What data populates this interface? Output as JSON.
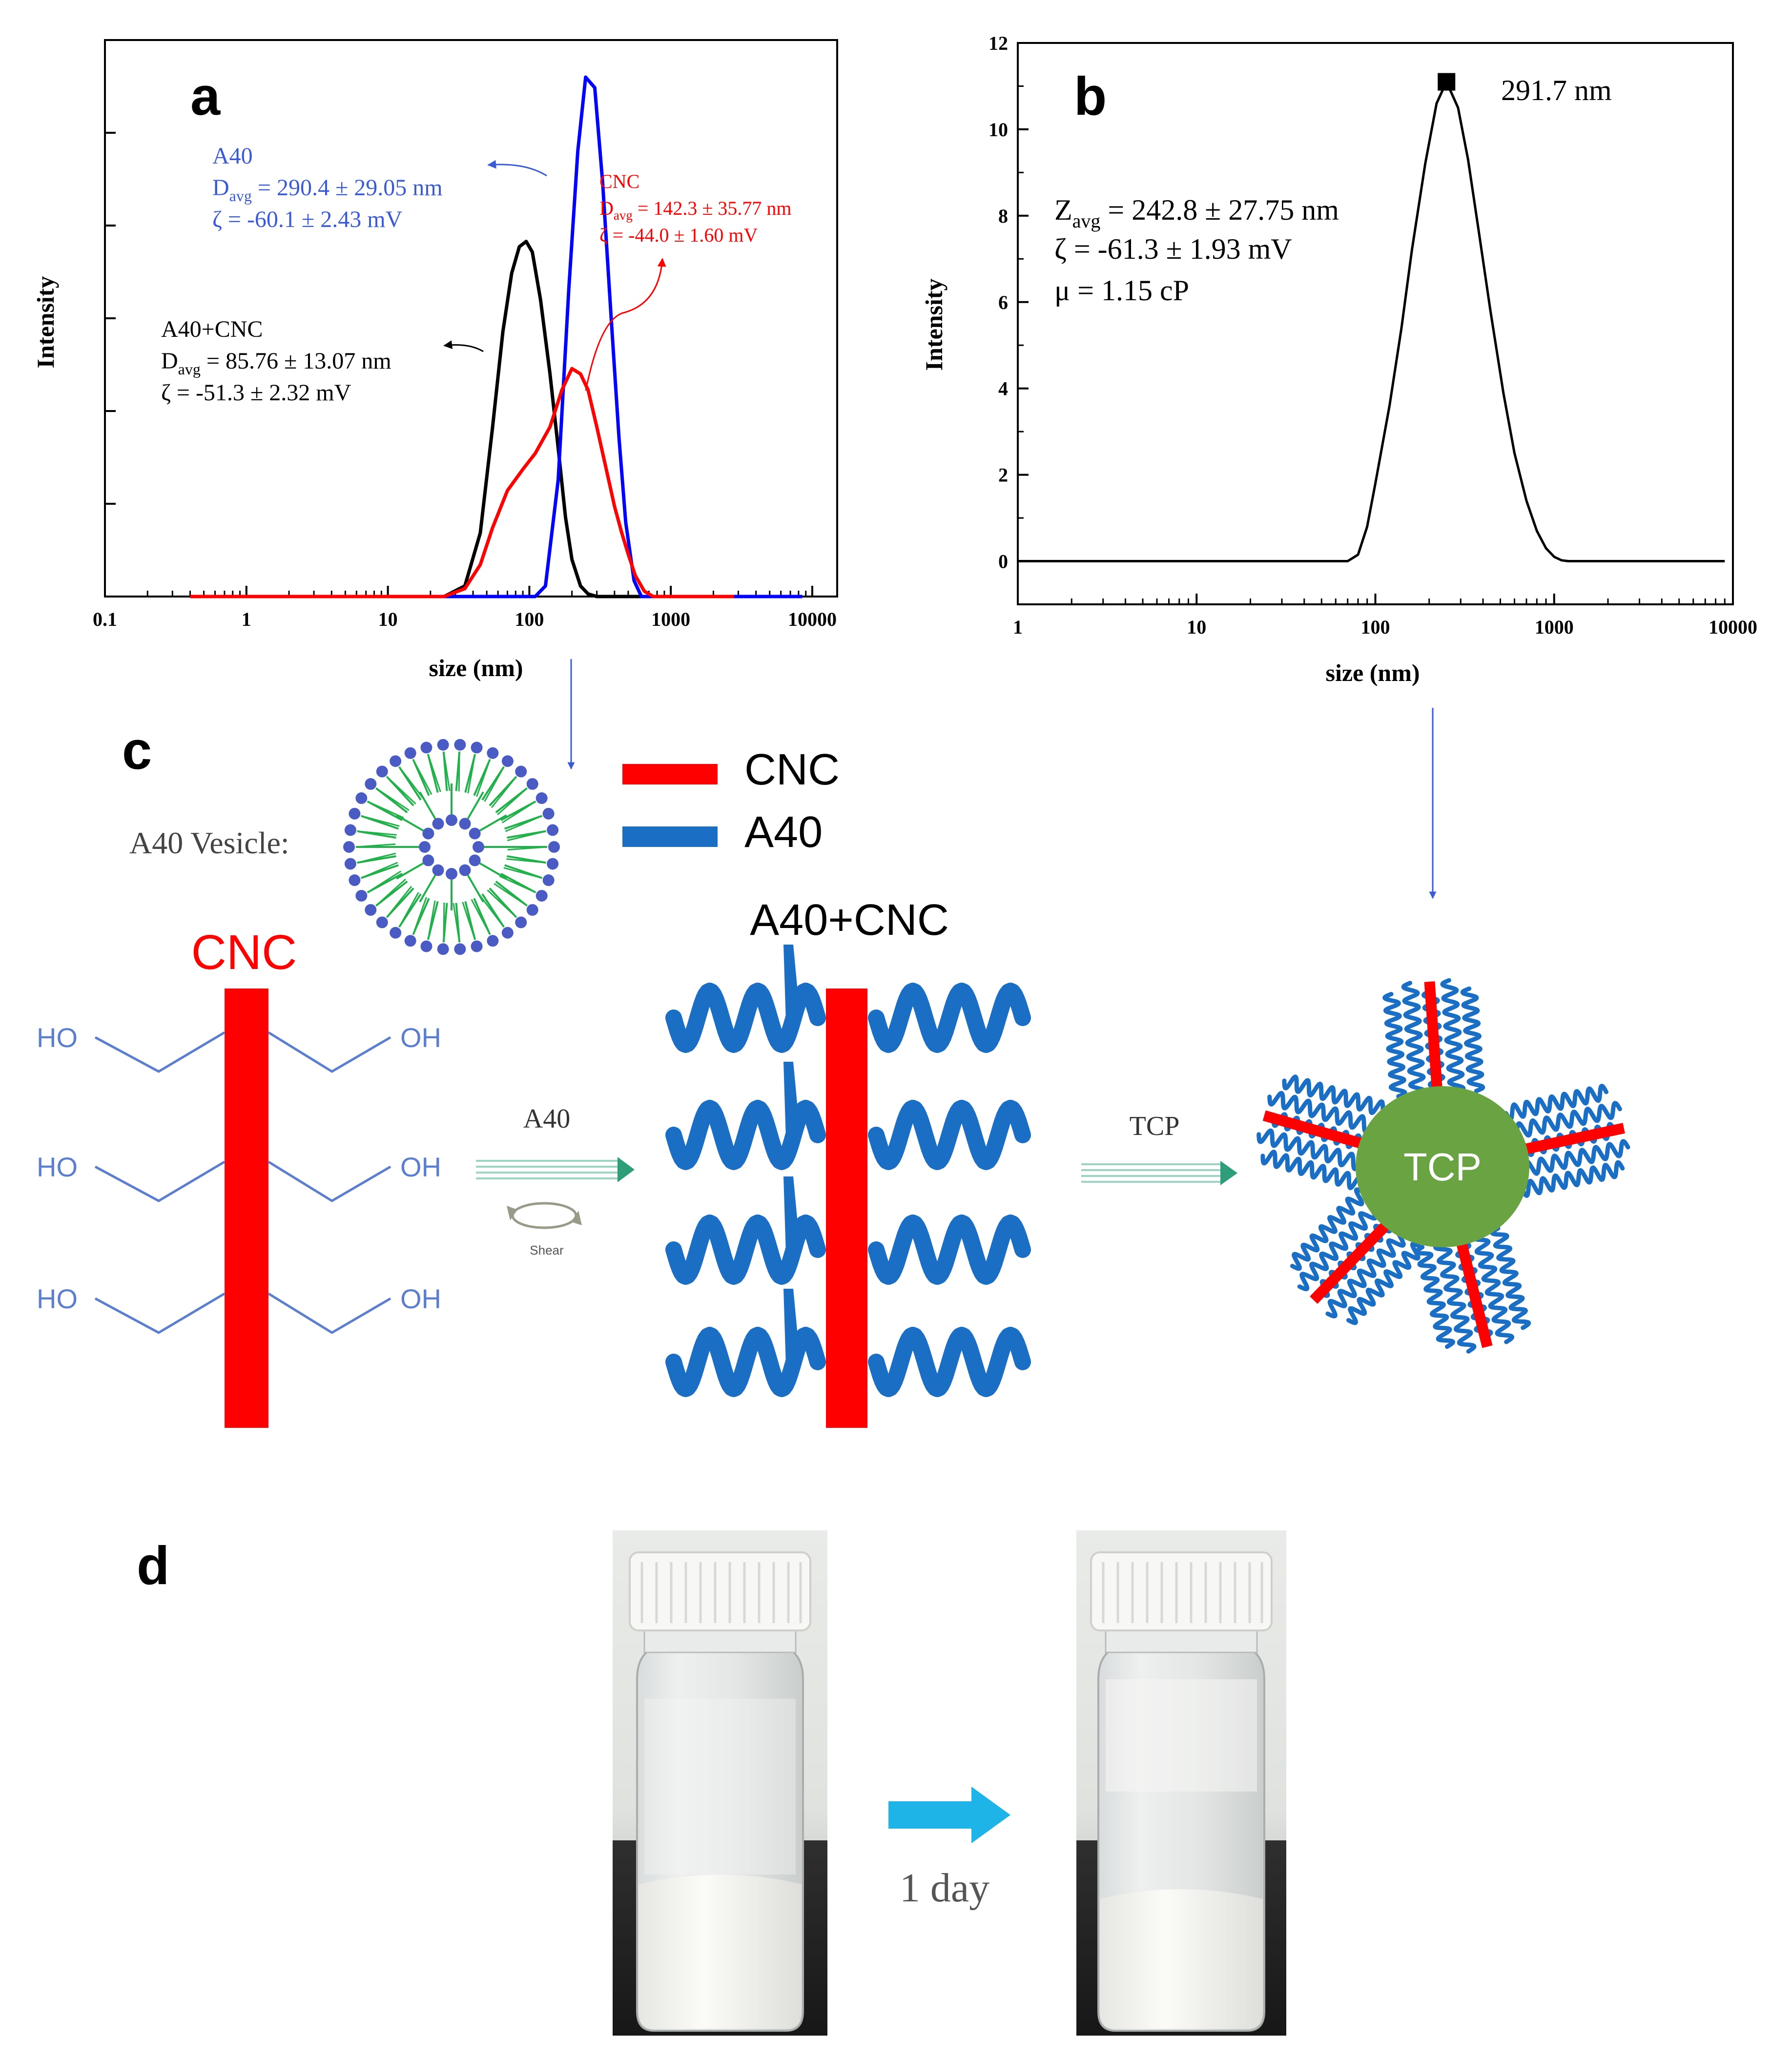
{
  "panels": {
    "a": "a",
    "b": "b",
    "c": "c",
    "d": "d"
  },
  "chart_data": [
    {
      "panel": "a",
      "type": "line",
      "xscale": "log",
      "xlim": [
        0.1,
        15000
      ],
      "ylim": [
        0,
        1.05
      ],
      "xlabel": "size (nm)",
      "ylabel": "Intensity",
      "xticks": [
        0.1,
        1,
        10,
        100,
        1000,
        10000
      ],
      "xtick_labels": [
        "0.1",
        "1",
        "10",
        "100",
        "1000",
        "10000"
      ],
      "yticks_labeled": false,
      "series": [
        {
          "name": "A40+CNC",
          "color": "#000000",
          "x": [
            0.4,
            25,
            35,
            45,
            55,
            65,
            75,
            85,
            95,
            105,
            120,
            140,
            160,
            180,
            200,
            230,
            260,
            300,
            1000,
            8500
          ],
          "y": [
            0,
            0,
            0.02,
            0.12,
            0.32,
            0.5,
            0.61,
            0.66,
            0.67,
            0.65,
            0.56,
            0.42,
            0.28,
            0.15,
            0.07,
            0.02,
            0.005,
            0,
            0,
            0
          ]
        },
        {
          "name": "A40",
          "color": "#0000ff",
          "x": [
            0.4,
            50,
            110,
            130,
            160,
            190,
            220,
            250,
            290,
            330,
            380,
            430,
            480,
            550,
            620,
            1000,
            8500
          ],
          "y": [
            0,
            0,
            0,
            0.02,
            0.22,
            0.58,
            0.84,
            0.98,
            0.96,
            0.78,
            0.52,
            0.3,
            0.14,
            0.03,
            0,
            0,
            0
          ]
        },
        {
          "name": "CNC",
          "color": "#ff0000",
          "x": [
            0.4,
            25,
            35,
            45,
            55,
            70,
            90,
            110,
            140,
            170,
            200,
            230,
            260,
            300,
            350,
            400,
            450,
            500,
            560,
            650,
            750,
            900,
            2800
          ],
          "y": [
            0,
            0,
            0.015,
            0.06,
            0.13,
            0.2,
            0.24,
            0.27,
            0.32,
            0.39,
            0.43,
            0.42,
            0.39,
            0.32,
            0.24,
            0.17,
            0.12,
            0.08,
            0.04,
            0.01,
            0,
            0,
            0
          ]
        }
      ],
      "annotations": [
        {
          "series": "A40",
          "color": "#3b5bd6",
          "line1": "A40",
          "line2_main": "D",
          "line2_sub": "avg",
          "line2_rest": " = 290.4 ± 29.05 nm",
          "line3": "ζ  = -60.1 ± 2.43 mV"
        },
        {
          "series": "CNC",
          "color": "#ff0000",
          "line1": "CNC",
          "line2_main": "D",
          "line2_sub": "avg",
          "line2_rest": " = 142.3 ± 35.77 nm",
          "line3": "ζ  = -44.0 ±  1.60 mV"
        },
        {
          "series": "A40+CNC",
          "color": "#000000",
          "line1": "A40+CNC",
          "line2_main": "D",
          "line2_sub": "avg",
          "line2_rest": " = 85.76 ± 13.07 nm",
          "line3": "ζ  = -51.3 ± 2.32 mV"
        }
      ]
    },
    {
      "panel": "b",
      "type": "line",
      "xscale": "log",
      "xlim": [
        1,
        10000
      ],
      "ylim": [
        -1,
        12
      ],
      "xlabel": "size (nm)",
      "ylabel": "Intensity",
      "xticks": [
        1,
        10,
        100,
        1000,
        10000
      ],
      "xtick_labels": [
        "1",
        "10",
        "100",
        "1000",
        "10000"
      ],
      "yticks": [
        0,
        2,
        4,
        6,
        8,
        10,
        12
      ],
      "ytick_labels": [
        "0",
        "2",
        "4",
        "6",
        "8",
        "10",
        "12"
      ],
      "series": [
        {
          "name": "",
          "color": "#000000",
          "x": [
            1,
            70,
            80,
            90,
            100,
            120,
            140,
            160,
            190,
            220,
            250,
            290,
            330,
            380,
            440,
            520,
            600,
            700,
            800,
            900,
            1000,
            1100,
            1200,
            9000
          ],
          "y": [
            0,
            0,
            0.15,
            0.8,
            1.8,
            3.6,
            5.4,
            7.2,
            9.2,
            10.6,
            11.1,
            10.5,
            9.3,
            7.6,
            5.8,
            3.9,
            2.5,
            1.4,
            0.7,
            0.3,
            0.1,
            0.02,
            0,
            0
          ]
        }
      ],
      "peak_marker": {
        "x": 250,
        "y": 11.1,
        "label": "291.7 nm"
      },
      "annotation": {
        "line1_main": "Z",
        "line1_sub": "avg",
        "line1_rest": " = 242.8 ± 27.75 nm",
        "line2": "ζ  = -61.3 ± 1.93 mV",
        "line3": "μ = 1.15 cP"
      }
    }
  ],
  "schematic": {
    "legend_cnc": "CNC",
    "legend_a40": "A40",
    "vesicle_label": "A40 Vesicle:",
    "cnc_label": "CNC",
    "hydroxyl_left": "HO",
    "hydroxyl_right": "OH",
    "arrow1_label": "A40",
    "shear_label": "Shear",
    "complex_label": "A40+CNC",
    "arrow2_label": "TCP",
    "tcp_core": "TCP",
    "colors": {
      "cnc": "#ff0000",
      "a40": "#1a6fc4",
      "vesicle_head": "#4a5cc4",
      "vesicle_tail": "#22b04b",
      "tcp": "#6aa342",
      "hydroxyl": "#5b7fce",
      "arrow": "#2e9e7a"
    }
  },
  "photos": {
    "arrow_label": "1 day",
    "arrow_color": "#1eb4e8"
  }
}
